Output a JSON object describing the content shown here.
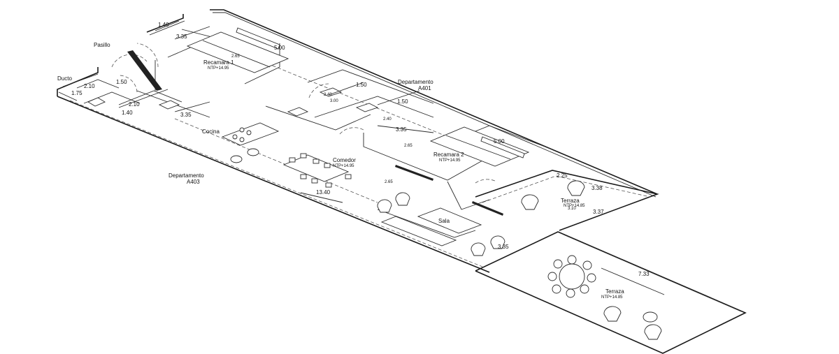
{
  "rooms": {
    "pasillo": "Pasillo",
    "ducto": "Ducto",
    "recamara1": "Recamara 1",
    "recamara1_level": "NTP+14.95",
    "departamento_a401_name": "Departamento",
    "departamento_a401_code": "A401",
    "cocina": "Cocina",
    "comedor": "Comedor",
    "comedor_level": "NTP+14.95",
    "recamara2": "Recamara 2",
    "recamara2_level": "NTP+14.95",
    "departamento_a403_name": "Departamento",
    "departamento_a403_code": "A403",
    "sala": "Sala",
    "terraza1": "Terraza",
    "terraza1_level": "NTP+14.85",
    "terraza2": "Terraza",
    "terraza2_level": "NTP+14.85"
  },
  "dimensions": {
    "d1": "1.40",
    "d2": "3.35",
    "d3": "2.65",
    "d4": "5.00",
    "d5": "2.10",
    "d6": "1.50",
    "d7": "1.75",
    "d8": "2.10",
    "d9": "1.40",
    "d10": "3.35",
    "d11": "1.50",
    "d12": "2.40",
    "d13": "3.00",
    "d14": "1.50",
    "d15": "2.40",
    "d16": "3.35",
    "d17": "2.65",
    "d18": "5.00",
    "d19": "2.65",
    "d20": "13.40",
    "d21": "2.25",
    "d22": "3.38",
    "d23": "3.10",
    "d24": "3.37",
    "d25": "3.35",
    "d26": "7.33"
  }
}
